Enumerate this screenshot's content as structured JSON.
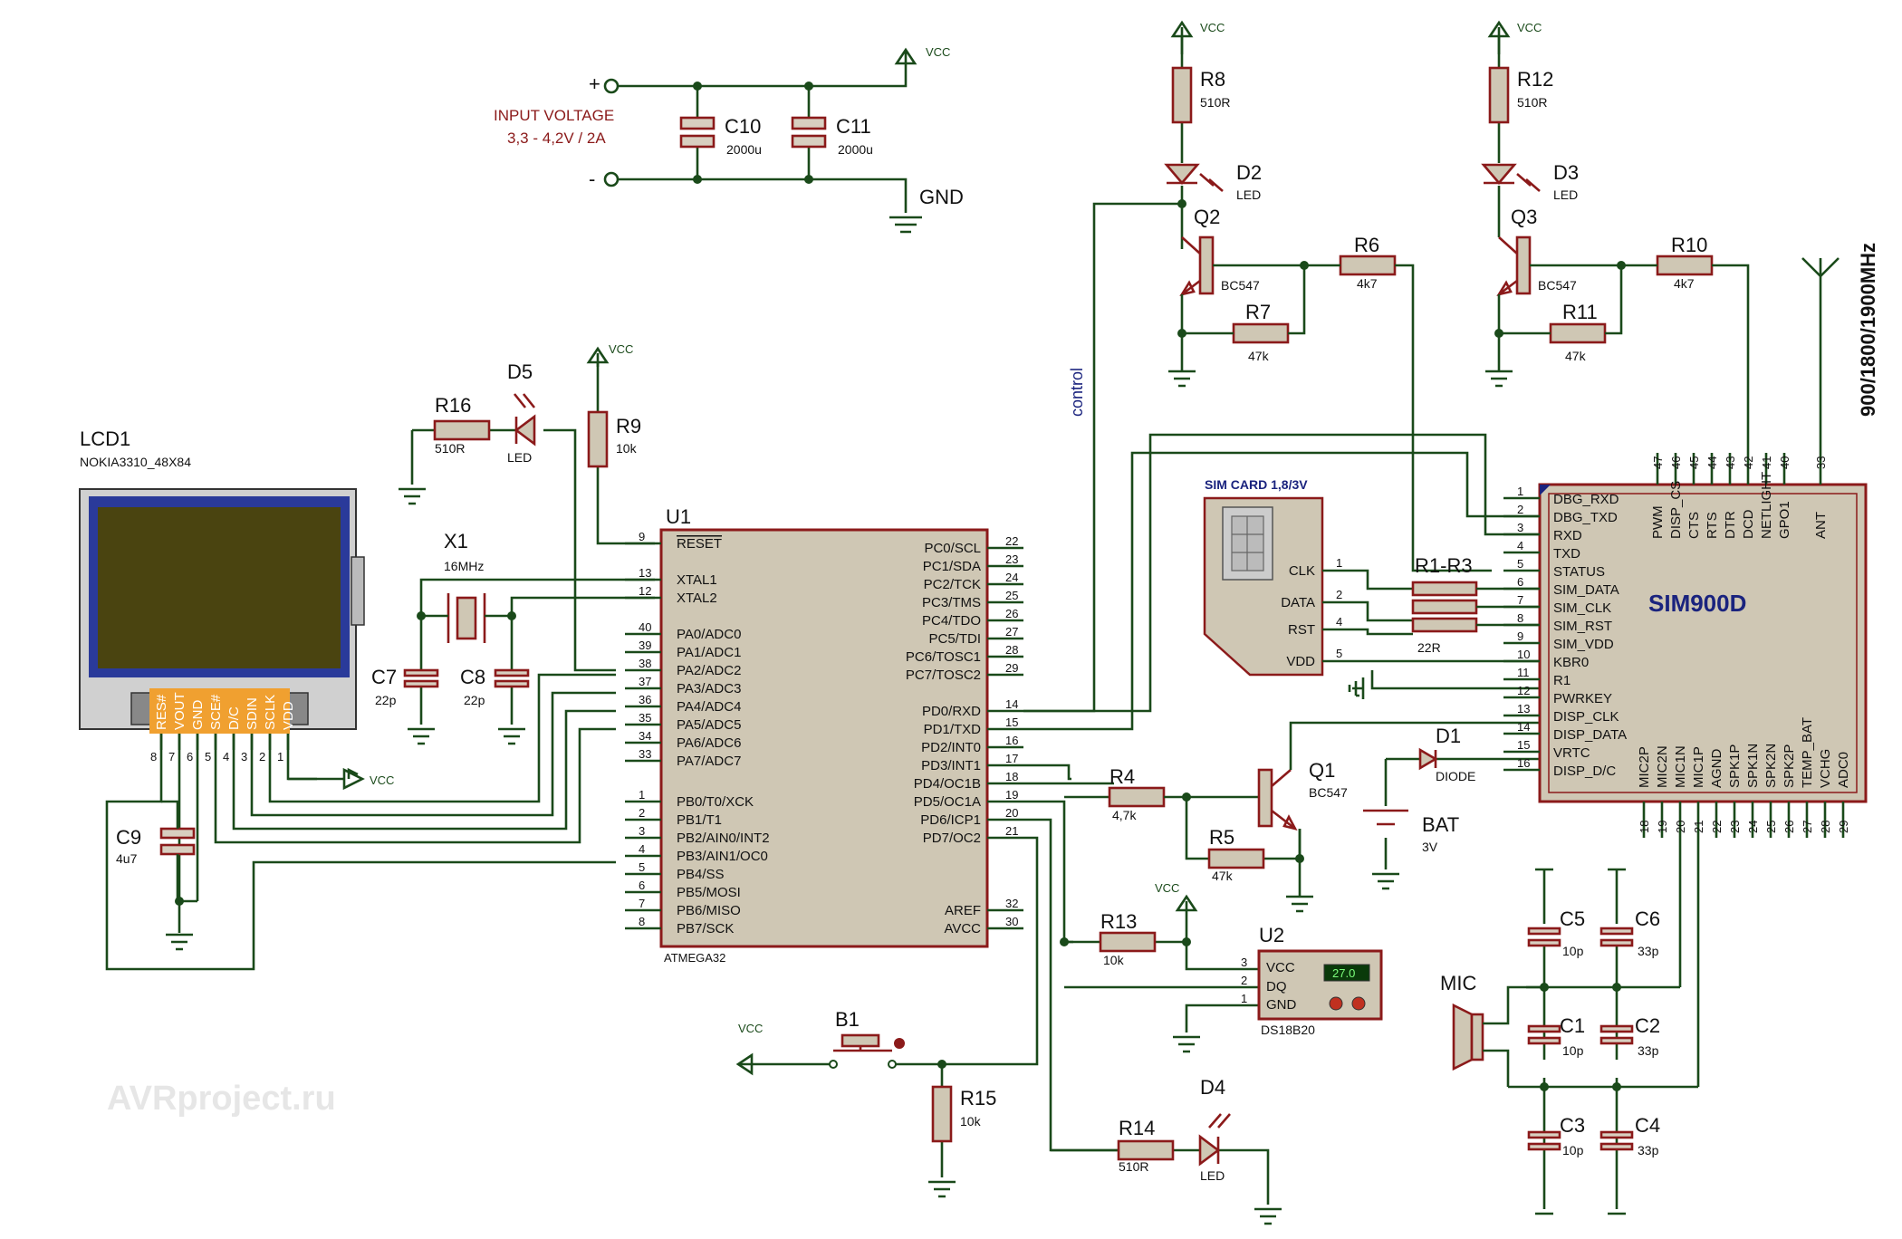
{
  "power": {
    "input_label": "INPUT VOLTAGE",
    "input_spec": "3,3 - 4,2V / 2A",
    "plus": "+",
    "minus": "-",
    "vcc": "VCC",
    "gnd": "GND"
  },
  "components": {
    "c10": {
      "ref": "C10",
      "value": "2000u"
    },
    "c11": {
      "ref": "C11",
      "value": "2000u"
    },
    "r8": {
      "ref": "R8",
      "value": "510R"
    },
    "d2": {
      "ref": "D2",
      "value": "LED"
    },
    "q2": {
      "ref": "Q2",
      "value": "BC547"
    },
    "r6": {
      "ref": "R6",
      "value": "4k7"
    },
    "r7": {
      "ref": "R7",
      "value": "47k"
    },
    "r12": {
      "ref": "R12",
      "value": "510R"
    },
    "d3": {
      "ref": "D3",
      "value": "LED"
    },
    "q3": {
      "ref": "Q3",
      "value": "BC547"
    },
    "r10": {
      "ref": "R10",
      "value": "4k7"
    },
    "r11": {
      "ref": "R11",
      "value": "47k"
    },
    "lcd1": {
      "ref": "LCD1",
      "value": "NOKIA3310_48X84"
    },
    "d5": {
      "ref": "D5",
      "value": "LED"
    },
    "r16": {
      "ref": "R16",
      "value": "510R"
    },
    "r9": {
      "ref": "R9",
      "value": "10k"
    },
    "x1": {
      "ref": "X1",
      "value": "16MHz"
    },
    "c7": {
      "ref": "C7",
      "value": "22p"
    },
    "c8": {
      "ref": "C8",
      "value": "22p"
    },
    "c9": {
      "ref": "C9",
      "value": "4u7"
    },
    "u1": {
      "ref": "U1",
      "value": "ATMEGA32"
    },
    "r4": {
      "ref": "R4",
      "value": "4,7k"
    },
    "r5": {
      "ref": "R5",
      "value": "47k"
    },
    "q1": {
      "ref": "Q1",
      "value": "BC547"
    },
    "d1": {
      "ref": "D1",
      "value": "DIODE"
    },
    "bat": {
      "ref": "BAT",
      "value": "3V"
    },
    "r13": {
      "ref": "R13",
      "value": "10k"
    },
    "u2": {
      "ref": "U2",
      "value": "DS18B20",
      "display": "27.0"
    },
    "b1": {
      "ref": "B1"
    },
    "r15": {
      "ref": "R15",
      "value": "10k"
    },
    "r14": {
      "ref": "R14",
      "value": "510R"
    },
    "d4": {
      "ref": "D4",
      "value": "LED"
    },
    "r1r3": {
      "ref": "R1-R3",
      "value": "22R"
    },
    "sim900": {
      "ref": "SIM900D"
    },
    "c5": {
      "ref": "C5",
      "value": "10p"
    },
    "c6": {
      "ref": "C6",
      "value": "33p"
    },
    "c1": {
      "ref": "C1",
      "value": "10p"
    },
    "c2": {
      "ref": "C2",
      "value": "33p"
    },
    "c3": {
      "ref": "C3",
      "value": "10p"
    },
    "c4": {
      "ref": "C4",
      "value": "33p"
    },
    "mic": {
      "ref": "MIC"
    }
  },
  "sim_card": {
    "title": "SIM CARD 1,8/3V",
    "pins": [
      "CLK",
      "DATA",
      "RST",
      "VDD"
    ]
  },
  "labels": {
    "control": "control",
    "antenna": "900/1800/1900MHz",
    "watermark": "AVRproject.ru"
  },
  "lcd_pins": [
    "RES#",
    "VOUT",
    "GND",
    "SCE#",
    "D/C",
    "SDIN",
    "SCLK",
    "VDD"
  ],
  "lcd_pin_numbers": [
    "8",
    "7",
    "6",
    "5",
    "4",
    "3",
    "2",
    "1"
  ],
  "u1_left_pins": [
    {
      "num": "9",
      "name": "RESET"
    },
    {
      "num": "13",
      "name": "XTAL1"
    },
    {
      "num": "12",
      "name": "XTAL2"
    },
    {
      "num": "40",
      "name": "PA0/ADC0"
    },
    {
      "num": "39",
      "name": "PA1/ADC1"
    },
    {
      "num": "38",
      "name": "PA2/ADC2"
    },
    {
      "num": "37",
      "name": "PA3/ADC3"
    },
    {
      "num": "36",
      "name": "PA4/ADC4"
    },
    {
      "num": "35",
      "name": "PA5/ADC5"
    },
    {
      "num": "34",
      "name": "PA6/ADC6"
    },
    {
      "num": "33",
      "name": "PA7/ADC7"
    },
    {
      "num": "1",
      "name": "PB0/T0/XCK"
    },
    {
      "num": "2",
      "name": "PB1/T1"
    },
    {
      "num": "3",
      "name": "PB2/AIN0/INT2"
    },
    {
      "num": "4",
      "name": "PB3/AIN1/OC0"
    },
    {
      "num": "5",
      "name": "PB4/SS"
    },
    {
      "num": "6",
      "name": "PB5/MOSI"
    },
    {
      "num": "7",
      "name": "PB6/MISO"
    },
    {
      "num": "8",
      "name": "PB7/SCK"
    }
  ],
  "u1_right_pins": [
    {
      "num": "22",
      "name": "PC0/SCL"
    },
    {
      "num": "23",
      "name": "PC1/SDA"
    },
    {
      "num": "24",
      "name": "PC2/TCK"
    },
    {
      "num": "25",
      "name": "PC3/TMS"
    },
    {
      "num": "26",
      "name": "PC4/TDO"
    },
    {
      "num": "27",
      "name": "PC5/TDI"
    },
    {
      "num": "28",
      "name": "PC6/TOSC1"
    },
    {
      "num": "29",
      "name": "PC7/TOSC2"
    },
    {
      "num": "14",
      "name": "PD0/RXD"
    },
    {
      "num": "15",
      "name": "PD1/TXD"
    },
    {
      "num": "16",
      "name": "PD2/INT0"
    },
    {
      "num": "17",
      "name": "PD3/INT1"
    },
    {
      "num": "18",
      "name": "PD4/OC1B"
    },
    {
      "num": "19",
      "name": "PD5/OC1A"
    },
    {
      "num": "20",
      "name": "PD6/ICP1"
    },
    {
      "num": "21",
      "name": "PD7/OC2"
    },
    {
      "num": "32",
      "name": "AREF"
    },
    {
      "num": "30",
      "name": "AVCC"
    }
  ],
  "sim_left_pins": [
    {
      "num": "1",
      "name": "DBG_RXD"
    },
    {
      "num": "2",
      "name": "DBG_TXD"
    },
    {
      "num": "3",
      "name": "RXD"
    },
    {
      "num": "4",
      "name": "TXD"
    },
    {
      "num": "5",
      "name": "STATUS"
    },
    {
      "num": "6",
      "name": "SIM_DATA"
    },
    {
      "num": "7",
      "name": "SIM_CLK"
    },
    {
      "num": "8",
      "name": "SIM_RST"
    },
    {
      "num": "9",
      "name": "SIM_VDD"
    },
    {
      "num": "10",
      "name": "KBR0"
    },
    {
      "num": "11",
      "name": "R1"
    },
    {
      "num": "12",
      "name": "PWRKEY"
    },
    {
      "num": "13",
      "name": "DISP_CLK"
    },
    {
      "num": "14",
      "name": "DISP_DATA"
    },
    {
      "num": "15",
      "name": "VRTC"
    },
    {
      "num": "16",
      "name": "DISP_D/C"
    }
  ],
  "sim_top_pins": [
    {
      "num": "47",
      "name": "PWM"
    },
    {
      "num": "46",
      "name": "DISP_CS"
    },
    {
      "num": "45",
      "name": "CTS"
    },
    {
      "num": "44",
      "name": "RTS"
    },
    {
      "num": "43",
      "name": "DTR"
    },
    {
      "num": "42",
      "name": "DCD"
    },
    {
      "num": "41",
      "name": "NETLIGHT"
    },
    {
      "num": "40",
      "name": "GPO1"
    },
    {
      "num": "33",
      "name": "ANT"
    }
  ],
  "sim_bottom_pins": [
    {
      "num": "18",
      "name": "MIC2P"
    },
    {
      "num": "19",
      "name": "MIC2N"
    },
    {
      "num": "20",
      "name": "MIC1N"
    },
    {
      "num": "21",
      "name": "MIC1P"
    },
    {
      "num": "22",
      "name": "AGND"
    },
    {
      "num": "23",
      "name": "SPK1P"
    },
    {
      "num": "24",
      "name": "SPK1N"
    },
    {
      "num": "25",
      "name": "SPK2N"
    },
    {
      "num": "26",
      "name": "SPK2P"
    },
    {
      "num": "27",
      "name": "TEMP_BAT"
    },
    {
      "num": "28",
      "name": "VCHG"
    },
    {
      "num": "29",
      "name": "ADC0"
    }
  ],
  "colors": {
    "wire": "#1a4a1a",
    "component": "#8b1a1a",
    "body": "#cfc7b4",
    "lcd_pins": "#f0a030",
    "lcd_screen": "#4a4410"
  }
}
